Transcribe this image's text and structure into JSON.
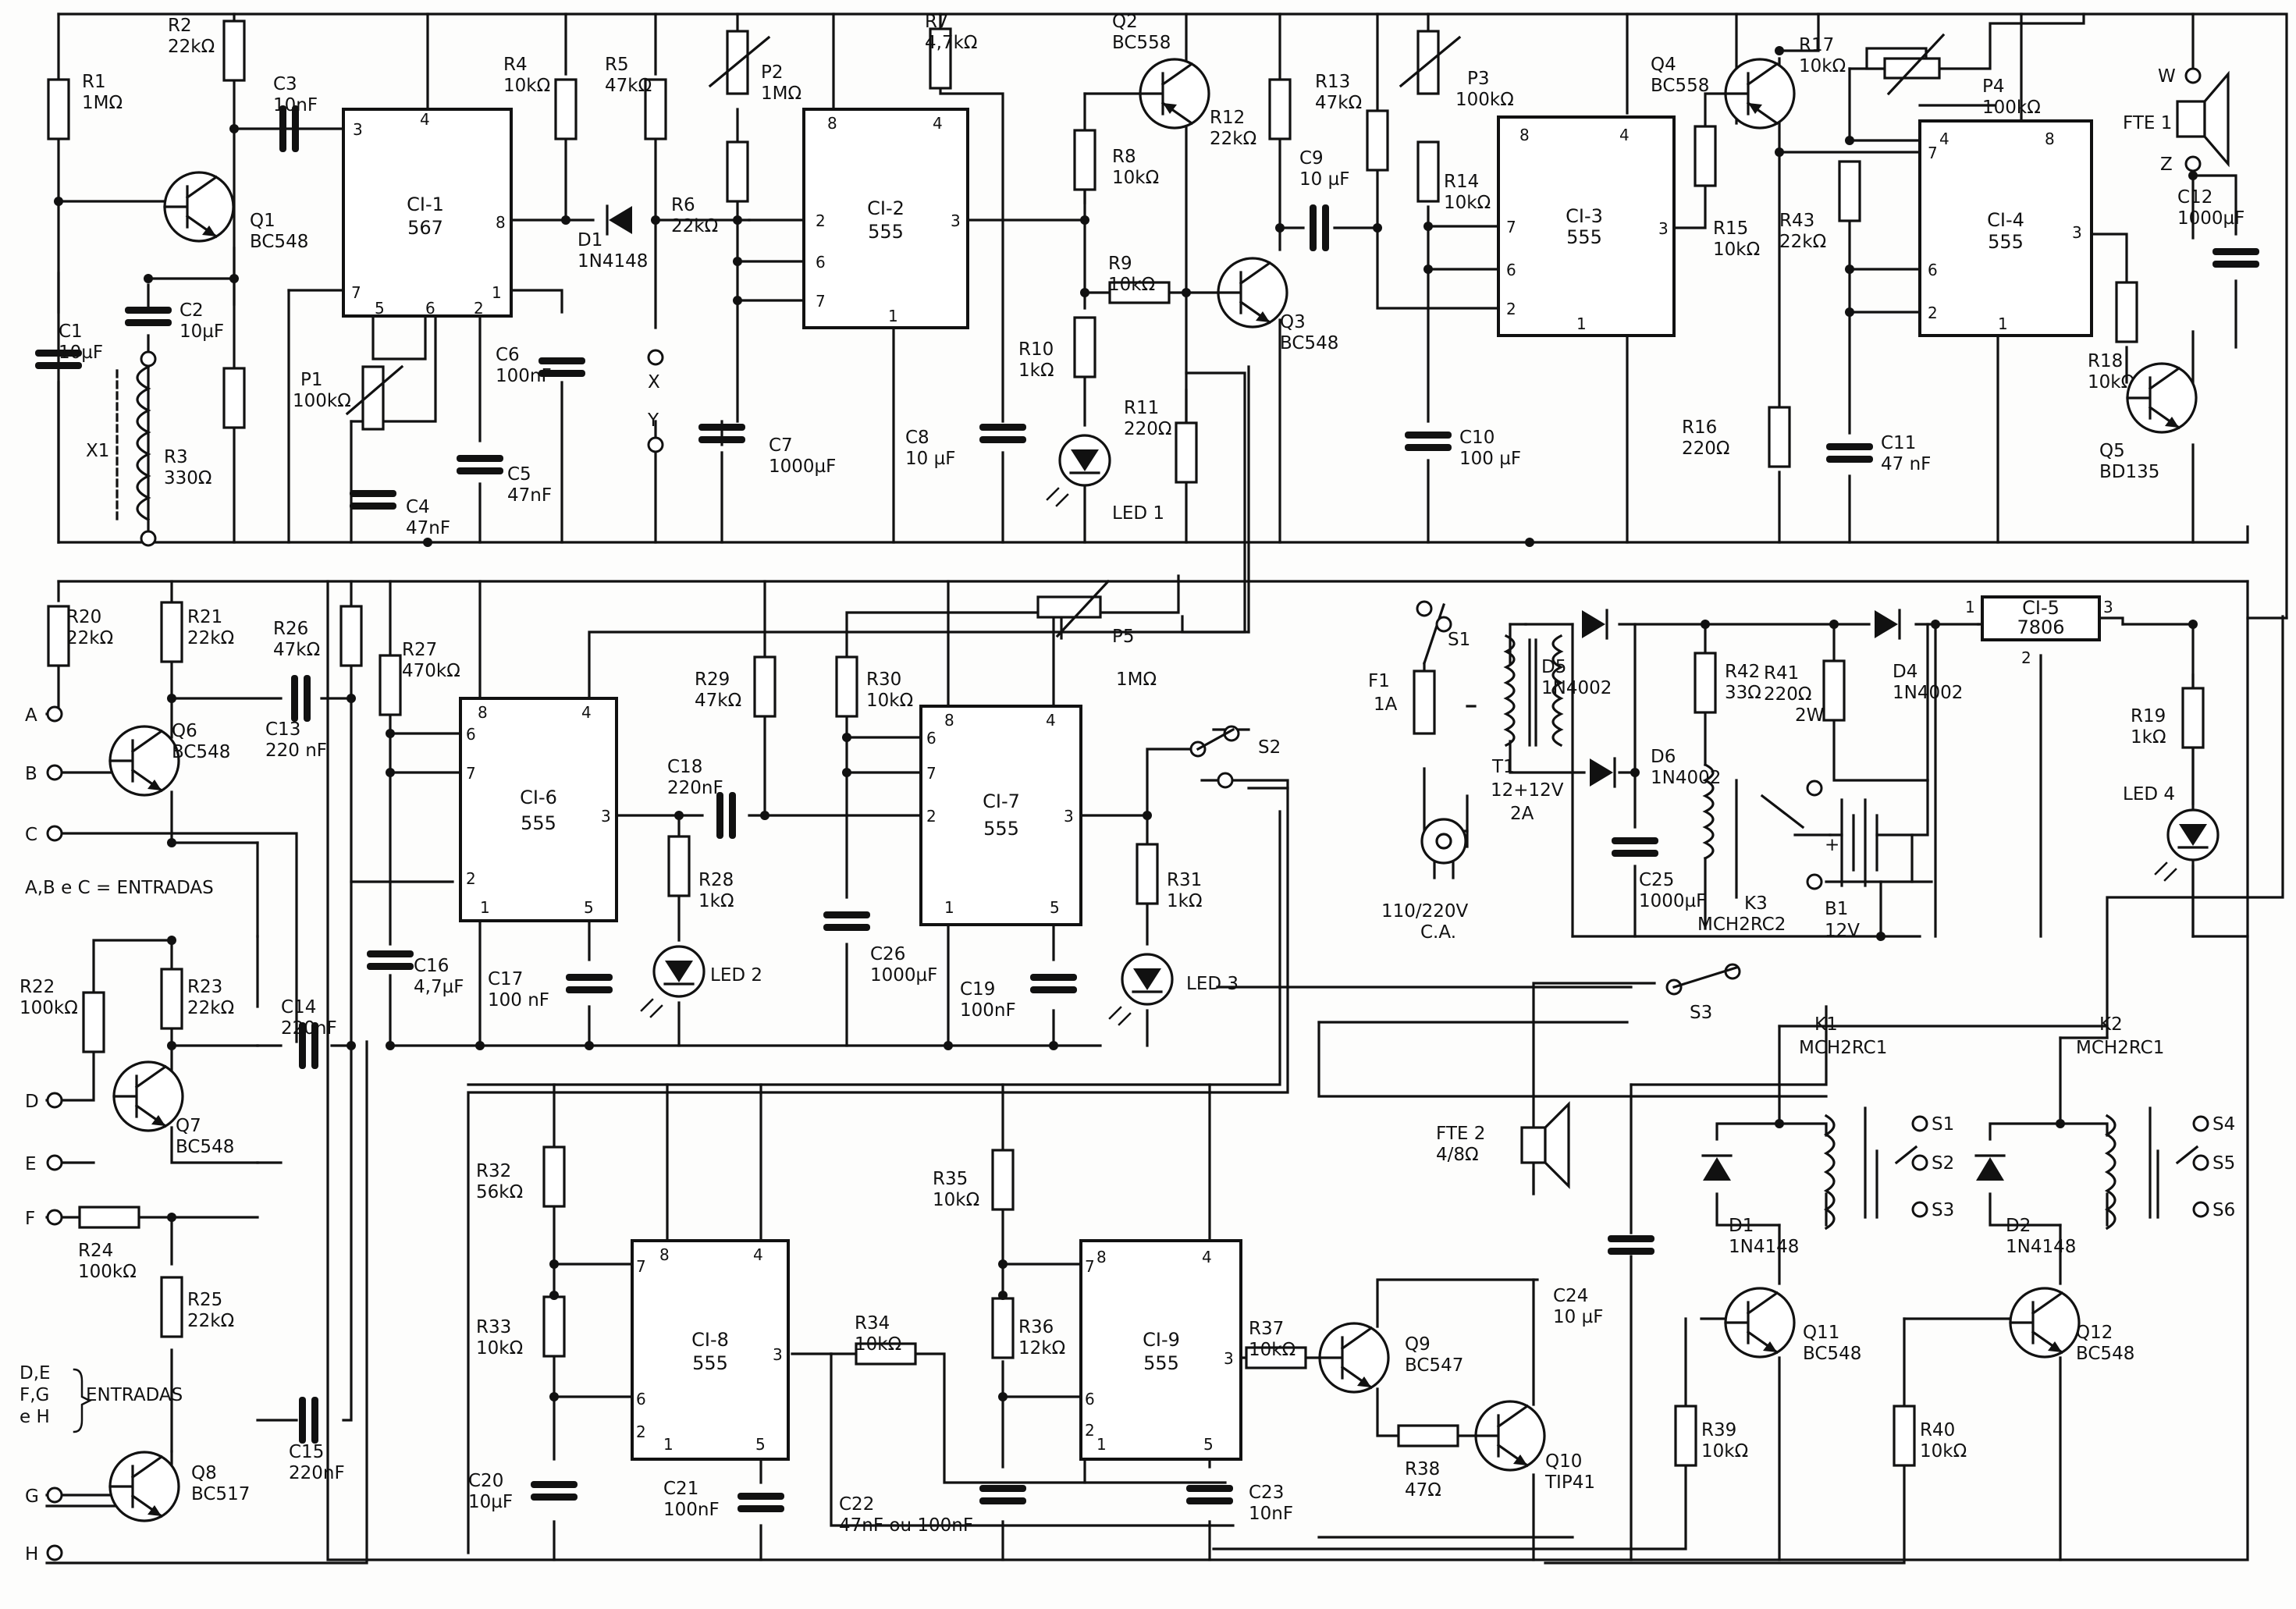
{
  "ics": [
    {
      "id": "ic1",
      "name": "CI-1",
      "type": "567",
      "pins": {
        "p4": "4",
        "p3": "3",
        "p8": "8",
        "p7": "7",
        "p5": "5",
        "p6": "6",
        "p2": "2",
        "p1": "1"
      }
    },
    {
      "id": "ic2",
      "name": "CI-2",
      "type": "555",
      "pins": {
        "p8": "8",
        "p4": "4",
        "p2": "2",
        "p3": "3",
        "p6": "6",
        "p7": "7",
        "p1": "1"
      }
    },
    {
      "id": "ic3",
      "name": "CI-3",
      "type": "555",
      "pins": {
        "p8": "8",
        "p4": "4",
        "p7": "7",
        "p3": "3",
        "p6": "6",
        "p2": "2",
        "p1": "1"
      }
    },
    {
      "id": "ic4",
      "name": "CI-4",
      "type": "555",
      "pins": {
        "p4": "4",
        "p8": "8",
        "p7": "7",
        "p3": "3",
        "p6": "6",
        "p2": "2",
        "p1": "1"
      }
    },
    {
      "id": "ic6",
      "name": "CI-6",
      "type": "555",
      "pins": {
        "p8": "8",
        "p4": "4",
        "p6": "6",
        "p7": "7",
        "p3": "3",
        "p2": "2",
        "p1": "1",
        "p5": "5"
      }
    },
    {
      "id": "ic7",
      "name": "CI-7",
      "type": "555",
      "pins": {
        "p8": "8",
        "p4": "4",
        "p6": "6",
        "p7": "7",
        "p2": "2",
        "p3": "3",
        "p1": "1",
        "p5": "5"
      }
    },
    {
      "id": "ic8",
      "name": "CI-8",
      "type": "555",
      "pins": {
        "p8": "8",
        "p4": "4",
        "p7": "7",
        "p3": "3",
        "p6": "6",
        "p2": "2",
        "p1": "1",
        "p5": "5"
      }
    },
    {
      "id": "ic9",
      "name": "CI-9",
      "type": "555",
      "pins": {
        "p8": "8",
        "p4": "4",
        "p7": "7",
        "p3": "3",
        "p6": "6",
        "p2": "2",
        "p1": "1",
        "p5": "5"
      }
    }
  ],
  "regulator": {
    "name": "CI-5",
    "type": "7806",
    "pin1": "1",
    "pin2": "2",
    "pin3": "3"
  },
  "resistors": [
    {
      "id": "r1",
      "name": "R1",
      "value": "1MΩ"
    },
    {
      "id": "r2",
      "name": "R2",
      "value": "22kΩ"
    },
    {
      "id": "r3",
      "name": "R3",
      "value": "330Ω"
    },
    {
      "id": "r4",
      "name": "R4",
      "value": "10kΩ"
    },
    {
      "id": "r5",
      "name": "R5",
      "value": "47kΩ"
    },
    {
      "id": "r6",
      "name": "R6",
      "value": "22kΩ"
    },
    {
      "id": "r7",
      "name": "R7",
      "value": "4,7kΩ"
    },
    {
      "id": "r8",
      "name": "R8",
      "value": "10kΩ"
    },
    {
      "id": "r9",
      "name": "R9",
      "value": "10kΩ"
    },
    {
      "id": "r10",
      "name": "R10",
      "value": "1kΩ"
    },
    {
      "id": "r11",
      "name": "R11",
      "value": "220Ω"
    },
    {
      "id": "r12",
      "name": "R12",
      "value": "22kΩ"
    },
    {
      "id": "r13",
      "name": "R13",
      "value": "47kΩ"
    },
    {
      "id": "r14",
      "name": "R14",
      "value": "10kΩ"
    },
    {
      "id": "r15",
      "name": "R15",
      "value": "10kΩ"
    },
    {
      "id": "r16",
      "name": "R16",
      "value": "220Ω"
    },
    {
      "id": "r17",
      "name": "R17",
      "value": "10kΩ"
    },
    {
      "id": "r18",
      "name": "R18",
      "value": "10kΩ"
    },
    {
      "id": "r19",
      "name": "R19",
      "value": "1kΩ"
    },
    {
      "id": "r20",
      "name": "R20",
      "value": "22kΩ"
    },
    {
      "id": "r21",
      "name": "R21",
      "value": "22kΩ"
    },
    {
      "id": "r22",
      "name": "R22",
      "value": "100kΩ"
    },
    {
      "id": "r23",
      "name": "R23",
      "value": "22kΩ"
    },
    {
      "id": "r24",
      "name": "R24",
      "value": "100kΩ"
    },
    {
      "id": "r25",
      "name": "R25",
      "value": "22kΩ"
    },
    {
      "id": "r26",
      "name": "R26",
      "value": "47kΩ"
    },
    {
      "id": "r27",
      "name": "R27",
      "value": "470kΩ"
    },
    {
      "id": "r28",
      "name": "R28",
      "value": "1kΩ"
    },
    {
      "id": "r29",
      "name": "R29",
      "value": "47kΩ"
    },
    {
      "id": "r30",
      "name": "R30",
      "value": "10kΩ"
    },
    {
      "id": "r31",
      "name": "R31",
      "value": "1kΩ"
    },
    {
      "id": "r32",
      "name": "R32",
      "value": "56kΩ"
    },
    {
      "id": "r33",
      "name": "R33",
      "value": "10kΩ"
    },
    {
      "id": "r34",
      "name": "R34",
      "value": "10kΩ"
    },
    {
      "id": "r35",
      "name": "R35",
      "value": "10kΩ"
    },
    {
      "id": "r36",
      "name": "R36",
      "value": "12kΩ"
    },
    {
      "id": "r37",
      "name": "R37",
      "value": "10kΩ"
    },
    {
      "id": "r38",
      "name": "R38",
      "value": "47Ω"
    },
    {
      "id": "r39",
      "name": "R39",
      "value": "10kΩ"
    },
    {
      "id": "r40",
      "name": "R40",
      "value": "10kΩ"
    },
    {
      "id": "r41",
      "name": "R41",
      "value": "220Ω",
      "extra": "2W"
    },
    {
      "id": "r42",
      "name": "R42",
      "value": "33Ω"
    },
    {
      "id": "r43",
      "name": "R43",
      "value": "22kΩ"
    }
  ],
  "pots": [
    {
      "id": "p1",
      "name": "P1",
      "value": "100kΩ"
    },
    {
      "id": "p2",
      "name": "P2",
      "value": "1MΩ"
    },
    {
      "id": "p3",
      "name": "P3",
      "value": "100kΩ"
    },
    {
      "id": "p4",
      "name": "P4",
      "value": "100kΩ"
    },
    {
      "id": "p5",
      "name": "P5",
      "value": "1MΩ"
    }
  ],
  "capacitors": [
    {
      "id": "c1",
      "name": "C1",
      "value": "10µF"
    },
    {
      "id": "c2",
      "name": "C2",
      "value": "10µF"
    },
    {
      "id": "c3",
      "name": "C3",
      "value": "10nF"
    },
    {
      "id": "c4",
      "name": "C4",
      "value": "47nF"
    },
    {
      "id": "c5",
      "name": "C5",
      "value": "47nF"
    },
    {
      "id": "c6",
      "name": "C6",
      "value": "100nF"
    },
    {
      "id": "c7",
      "name": "C7",
      "value": "1000µF"
    },
    {
      "id": "c8",
      "name": "C8",
      "value": "10 µF"
    },
    {
      "id": "c9",
      "name": "C9",
      "value": "10 µF"
    },
    {
      "id": "c10",
      "name": "C10",
      "value": "100 µF"
    },
    {
      "id": "c11",
      "name": "C11",
      "value": "47 nF"
    },
    {
      "id": "c12",
      "name": "C12",
      "value": "1000µF"
    },
    {
      "id": "c13",
      "name": "C13",
      "value": "220 nF"
    },
    {
      "id": "c14",
      "name": "C14",
      "value": "220nF"
    },
    {
      "id": "c15",
      "name": "C15",
      "value": "220nF"
    },
    {
      "id": "c16",
      "name": "C16",
      "value": "4,7µF"
    },
    {
      "id": "c17",
      "name": "C17",
      "value": "100 nF"
    },
    {
      "id": "c18",
      "name": "C18",
      "value": "220nF"
    },
    {
      "id": "c19",
      "name": "C19",
      "value": "100nF"
    },
    {
      "id": "c20",
      "name": "C20",
      "value": "10µF"
    },
    {
      "id": "c21",
      "name": "C21",
      "value": "100nF"
    },
    {
      "id": "c22",
      "name": "C22",
      "value": "47nF ou 100nF"
    },
    {
      "id": "c23",
      "name": "C23",
      "value": "10nF"
    },
    {
      "id": "c24",
      "name": "C24",
      "value": "10 µF"
    },
    {
      "id": "c25",
      "name": "C25",
      "value": "1000µF"
    },
    {
      "id": "c26",
      "name": "C26",
      "value": "1000µF"
    }
  ],
  "transistors": [
    {
      "id": "q1",
      "name": "Q1",
      "value": "BC548"
    },
    {
      "id": "q2",
      "name": "Q2",
      "value": "BC558"
    },
    {
      "id": "q3",
      "name": "Q3",
      "value": "BC548"
    },
    {
      "id": "q4",
      "name": "Q4",
      "value": "BC558"
    },
    {
      "id": "q5",
      "name": "Q5",
      "value": "BD135"
    },
    {
      "id": "q6",
      "name": "Q6",
      "value": "BC548"
    },
    {
      "id": "q7",
      "name": "Q7",
      "value": "BC548"
    },
    {
      "id": "q8",
      "name": "Q8",
      "value": "BC517"
    },
    {
      "id": "q9",
      "name": "Q9",
      "value": "BC547"
    },
    {
      "id": "q10",
      "name": "Q10",
      "value": "TIP41"
    },
    {
      "id": "q11",
      "name": "Q11",
      "value": "BC548"
    },
    {
      "id": "q12",
      "name": "Q12",
      "value": "BC548"
    }
  ],
  "diodes": [
    {
      "id": "d1top",
      "name": "D1",
      "value": "1N4148"
    },
    {
      "id": "d4",
      "name": "D4",
      "value": "1N4002"
    },
    {
      "id": "d5",
      "name": "D5",
      "value": "1N4002"
    },
    {
      "id": "d6",
      "name": "D6",
      "value": "1N4002"
    },
    {
      "id": "d1k",
      "name": "D1",
      "value": "1N4148"
    },
    {
      "id": "d2k",
      "name": "D2",
      "value": "1N4148"
    }
  ],
  "leds": [
    {
      "id": "led1",
      "name": "LED 1"
    },
    {
      "id": "led2",
      "name": "LED 2"
    },
    {
      "id": "led3",
      "name": "LED 3"
    },
    {
      "id": "led4",
      "name": "LED 4"
    }
  ],
  "relays": [
    {
      "id": "k1",
      "name": "K1",
      "value": "MCH2RC1",
      "contacts": [
        "S1",
        "S2",
        "S3"
      ]
    },
    {
      "id": "k2",
      "name": "K2",
      "value": "MCH2RC1",
      "contacts": [
        "S4",
        "S5",
        "S6"
      ]
    },
    {
      "id": "k3",
      "name": "K3",
      "value": "MCH2RC2"
    }
  ],
  "switches": [
    {
      "id": "s1",
      "name": "S1"
    },
    {
      "id": "s2",
      "name": "S2"
    },
    {
      "id": "s3",
      "name": "S3"
    }
  ],
  "speakers": [
    {
      "id": "fte1",
      "name": "FTE 1",
      "w": "W",
      "z": "Z"
    },
    {
      "id": "fte2",
      "name": "FTE 2",
      "value": "4/8Ω"
    }
  ],
  "misc": {
    "x1": "X1",
    "fuse_name": "F1",
    "fuse_value": "1A",
    "transformer_name": "T1",
    "transformer_value": "12+12V",
    "transformer_current": "2A",
    "mains": "110/220V",
    "mains_ac": "C.A.",
    "battery_name": "B1",
    "battery_value": "12V",
    "battery_plus": "+",
    "test_x": "X",
    "test_y": "Y"
  },
  "inputs": {
    "a": "A",
    "b": "B",
    "c": "C",
    "d": "D",
    "e": "E",
    "f": "F",
    "g": "G",
    "h": "H",
    "abc_note": "A,B e C = ENTRADAS",
    "deh_line1": "D,E",
    "deh_line2": "F,G",
    "deh_line3": "e H",
    "deh_entradas": "ENTRADAS"
  }
}
